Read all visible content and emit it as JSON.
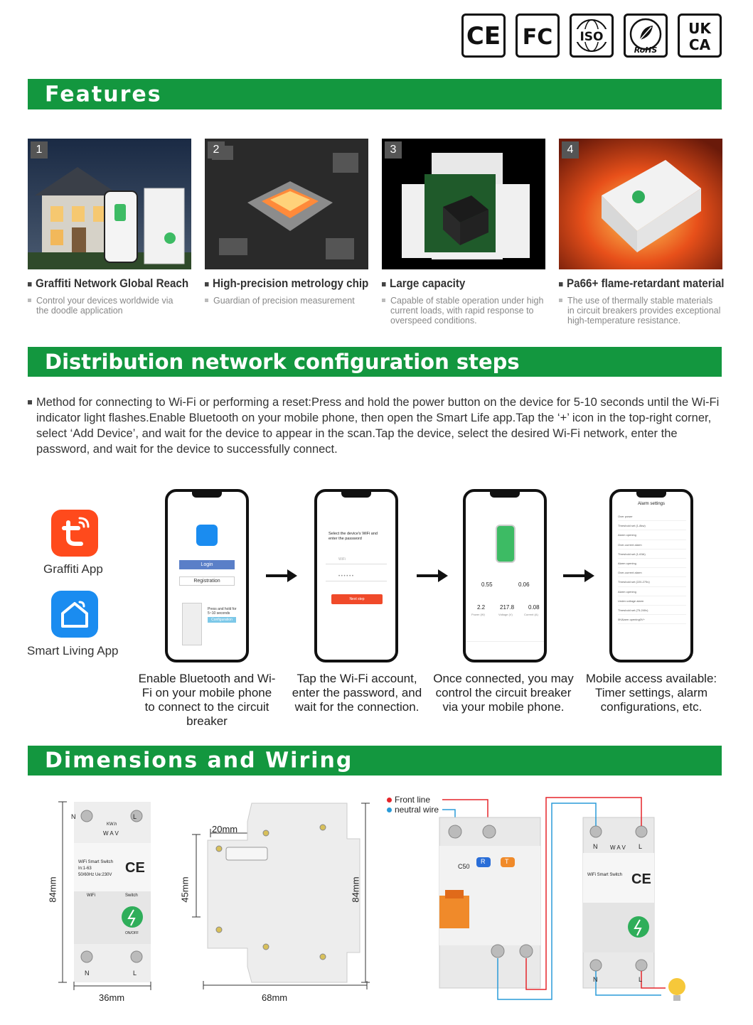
{
  "certifications": [
    {
      "label": "CE",
      "icon": "ce-mark-icon"
    },
    {
      "label": "FC",
      "icon": "fcc-mark-icon"
    },
    {
      "label": "ISO",
      "icon": "iso-mark-icon"
    },
    {
      "label": "RoHS",
      "icon": "rohs-mark-icon"
    },
    {
      "label": "UK CA",
      "icon": "ukca-mark-icon"
    }
  ],
  "sections": {
    "features": "Features",
    "distribution": "Distribution network configuration steps",
    "dimensions": "Dimensions and Wiring"
  },
  "features": [
    {
      "num": "1",
      "title": "Graffiti Network Global Reach",
      "desc": "Control your devices worldwide via the doodle application"
    },
    {
      "num": "2",
      "title": "High-precision metrology chip",
      "desc": "Guardian of precision measurement"
    },
    {
      "num": "3",
      "title": "Large capacity",
      "desc": "Capable of stable operation under high current loads, with rapid response to overspeed conditions."
    },
    {
      "num": "4",
      "title": "Pa66+ flame-retardant material",
      "desc": "The use of thermally stable materials in circuit breakers provides exceptional high-temperature resistance."
    }
  ],
  "method_text": "Method for connecting to Wi-Fi or performing a reset:Press and hold the power button on the device for 5-10 seconds until the Wi-Fi indicator light flashes.Enable Bluetooth on your mobile phone, then open the Smart Life app.Tap the ‘+’ icon in the top-right corner, select ‘Add Device’, and wait for the device to appear in the scan.Tap the device, select the desired Wi-Fi network, enter the password, and wait for the device to successfully connect.",
  "apps": {
    "graffiti": "Graffiti App",
    "smart_living": "Smart Living App"
  },
  "phones": {
    "p1": {
      "login": "Login",
      "registration": "Registration",
      "press": "Press and hold for 5~10 seconds",
      "config": "Configuration"
    },
    "p2": {
      "title": "Select the device's WiFi and enter the password",
      "wifi": "WiFi",
      "next": "Next step"
    },
    "p3": {
      "v1": "0.55",
      "v2": "0.06",
      "v3": "2.2",
      "v4": "217.8",
      "v5": "0.08",
      "l3": "Power (W)",
      "l4": "Voltage (V)",
      "l5": "Current (A)"
    },
    "p4": {
      "title": "Alarm settings",
      "rows": [
        "Over power",
        "Threshold set (1-8kw)",
        "Alarm opening",
        "Over-current alarm",
        "Threshold set (1-63A)",
        "Alarm opening",
        "Over-current alarm",
        "Threshold set (220-275v)",
        "Alarm opening",
        "Under-voltage alarm",
        "Threshold set (75-240v)",
        "0KAlarm opening0V+"
      ]
    }
  },
  "steps": [
    "Enable Bluetooth and Wi-Fi on your mobile phone to connect to the circuit breaker",
    "Tap the Wi-Fi account, enter the password, and wait for the connection.",
    "Once connected, you may control the circuit breaker via your mobile phone.",
    "Mobile access available: Timer settings, alarm configurations, etc."
  ],
  "dimensions": {
    "height1": "84mm",
    "width1": "36mm",
    "width_small": "20mm",
    "height_small": "45mm",
    "height2": "84mm",
    "width2": "68mm"
  },
  "device_labels": {
    "n": "N",
    "l": "L",
    "kwh": "KW.h",
    "wav": "W A V",
    "model": "WiFi Smart Switch",
    "rating": "In:1-63",
    "spec": "50/60Hz  Ue:230V",
    "wifi": "WiFi",
    "switch": "Switch",
    "onoff": "ON/OFF",
    "c50": "C50",
    "r": "R",
    "t": "T"
  },
  "wiring_legend": {
    "front": "Front line",
    "neutral": "neutral wire",
    "front_color": "#e5252a",
    "neutral_color": "#2a9bd8"
  },
  "colors": {
    "brand_green": "#13973f",
    "tuya_orange": "#ff4a1c",
    "smart_blue": "#1a8cf0"
  }
}
